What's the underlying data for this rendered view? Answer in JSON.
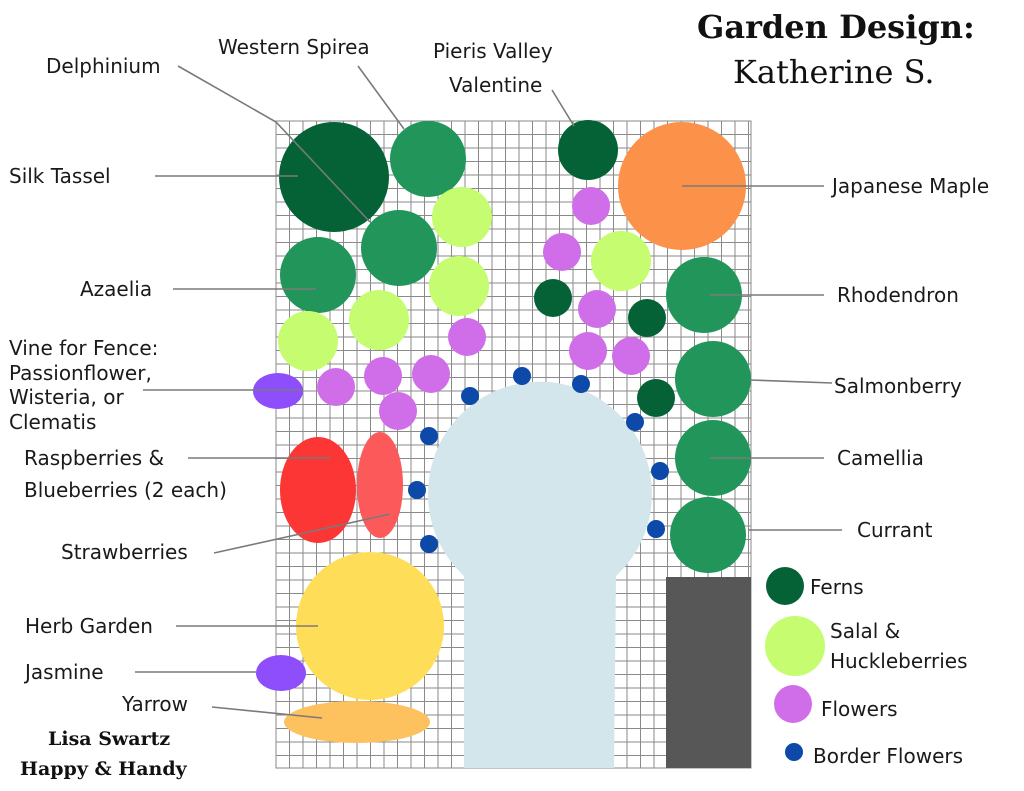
{
  "title": {
    "line1": "Garden Design:",
    "line2": "Katherine S."
  },
  "credit": {
    "line1": "Lisa Swartz",
    "line2": "Happy & Handy"
  },
  "colors": {
    "fern": "#046236",
    "shrub": "#22965a",
    "salal": "#c5fc70",
    "flower": "#cf6ee8",
    "border_flower": "#0c49a8",
    "maple": "#fc914a",
    "berry_red": "#fc3535",
    "strawberry": "#fc5a5a",
    "herb": "#fede59",
    "yarrow": "#fdc15d",
    "jasmine": "#8e4efc",
    "path": "#d2e6ec",
    "shed": "#575757",
    "grid": "#8a8a8a"
  },
  "labels": {
    "delphinium": "Delphinium",
    "western_spirea": "Western Spirea",
    "pieris_line1": "Pieris Valley",
    "pieris_line2": "Valentine",
    "silk_tassel": "Silk Tassel",
    "japanese_maple": "Japanese Maple",
    "azaelia": "Azaelia",
    "rhodendron": "Rhodendron",
    "vine_line1": "Vine for Fence:",
    "vine_line2": "Passionflower,",
    "vine_line3": "Wisteria, or",
    "vine_line4": "Clematis",
    "salmonberry": "Salmonberry",
    "raspberries_line1": "Raspberries &",
    "raspberries_line2": "Blueberries (2 each)",
    "camellia": "Camellia",
    "currant": "Currant",
    "strawberries": "Strawberries",
    "herb_garden": "Herb Garden",
    "jasmine": "Jasmine",
    "yarrow": "Yarrow"
  },
  "legend": {
    "ferns": "Ferns",
    "salal_line1": "Salal &",
    "salal_line2": "Huckleberries",
    "flowers": "Flowers",
    "border_flowers": "Border Flowers"
  }
}
